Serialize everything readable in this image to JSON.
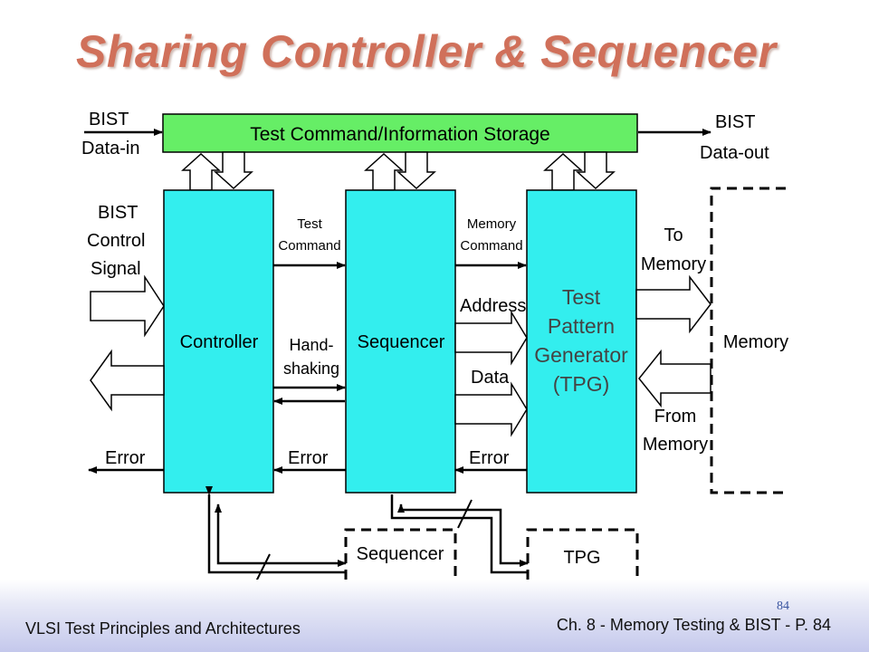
{
  "slide": {
    "title": "Sharing Controller & Sequencer",
    "footer_left": "VLSI Test Principles and Architectures",
    "footer_right": "Ch. 8 - Memory Testing & BIST - P. 84",
    "page_number_small": "84"
  },
  "diagram": {
    "storage_label": "Test Command/Information Storage",
    "blocks": {
      "controller": "Controller",
      "sequencer": "Sequencer",
      "tpg": [
        "Test",
        "Pattern",
        "Generator",
        "(TPG)"
      ],
      "memory": "Memory",
      "sequencer_shared": "Sequencer",
      "tpg_shared": "TPG"
    },
    "signals": {
      "bist_data_in": [
        "BIST",
        "Data-in"
      ],
      "bist_data_out": [
        "BIST",
        "Data-out"
      ],
      "bist_control_signal": [
        "BIST",
        "Control",
        "Signal"
      ],
      "test_command": [
        "Test",
        "Command"
      ],
      "memory_command": [
        "Memory",
        "Command"
      ],
      "handshaking": [
        "Hand-",
        "shaking"
      ],
      "address": "Address",
      "data": "Data",
      "to_memory": [
        "To",
        "Memory"
      ],
      "from_memory": [
        "From",
        "Memory"
      ],
      "error_controller": "Error",
      "error_sequencer": "Error",
      "error_tpg": "Error"
    },
    "colors": {
      "storage_fill": "#66ee66",
      "block_fill": "#33eeee",
      "title": "#d0705a"
    }
  }
}
